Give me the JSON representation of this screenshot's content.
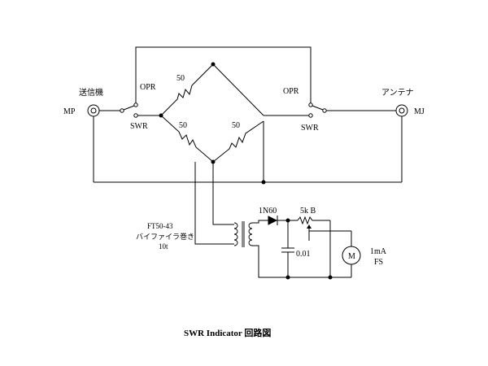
{
  "labels": {
    "transmitter": "送信機",
    "antenna": "アンテナ",
    "mp": "MP",
    "mj": "MJ",
    "opr_left": "OPR",
    "swr_left": "SWR",
    "opr_right": "OPR",
    "swr_right": "SWR",
    "r1": "50",
    "r2": "50",
    "r3": "50",
    "transformer_line1": "FT50-43",
    "transformer_line2": "バイファイラ巻き",
    "transformer_line3": "10t",
    "diode": "1N60",
    "pot": "5k B",
    "cap": "0.01",
    "meter_symbol": "M",
    "meter_line1": "1mA",
    "meter_line2": "FS"
  },
  "title": "SWR Indicator  回路図"
}
